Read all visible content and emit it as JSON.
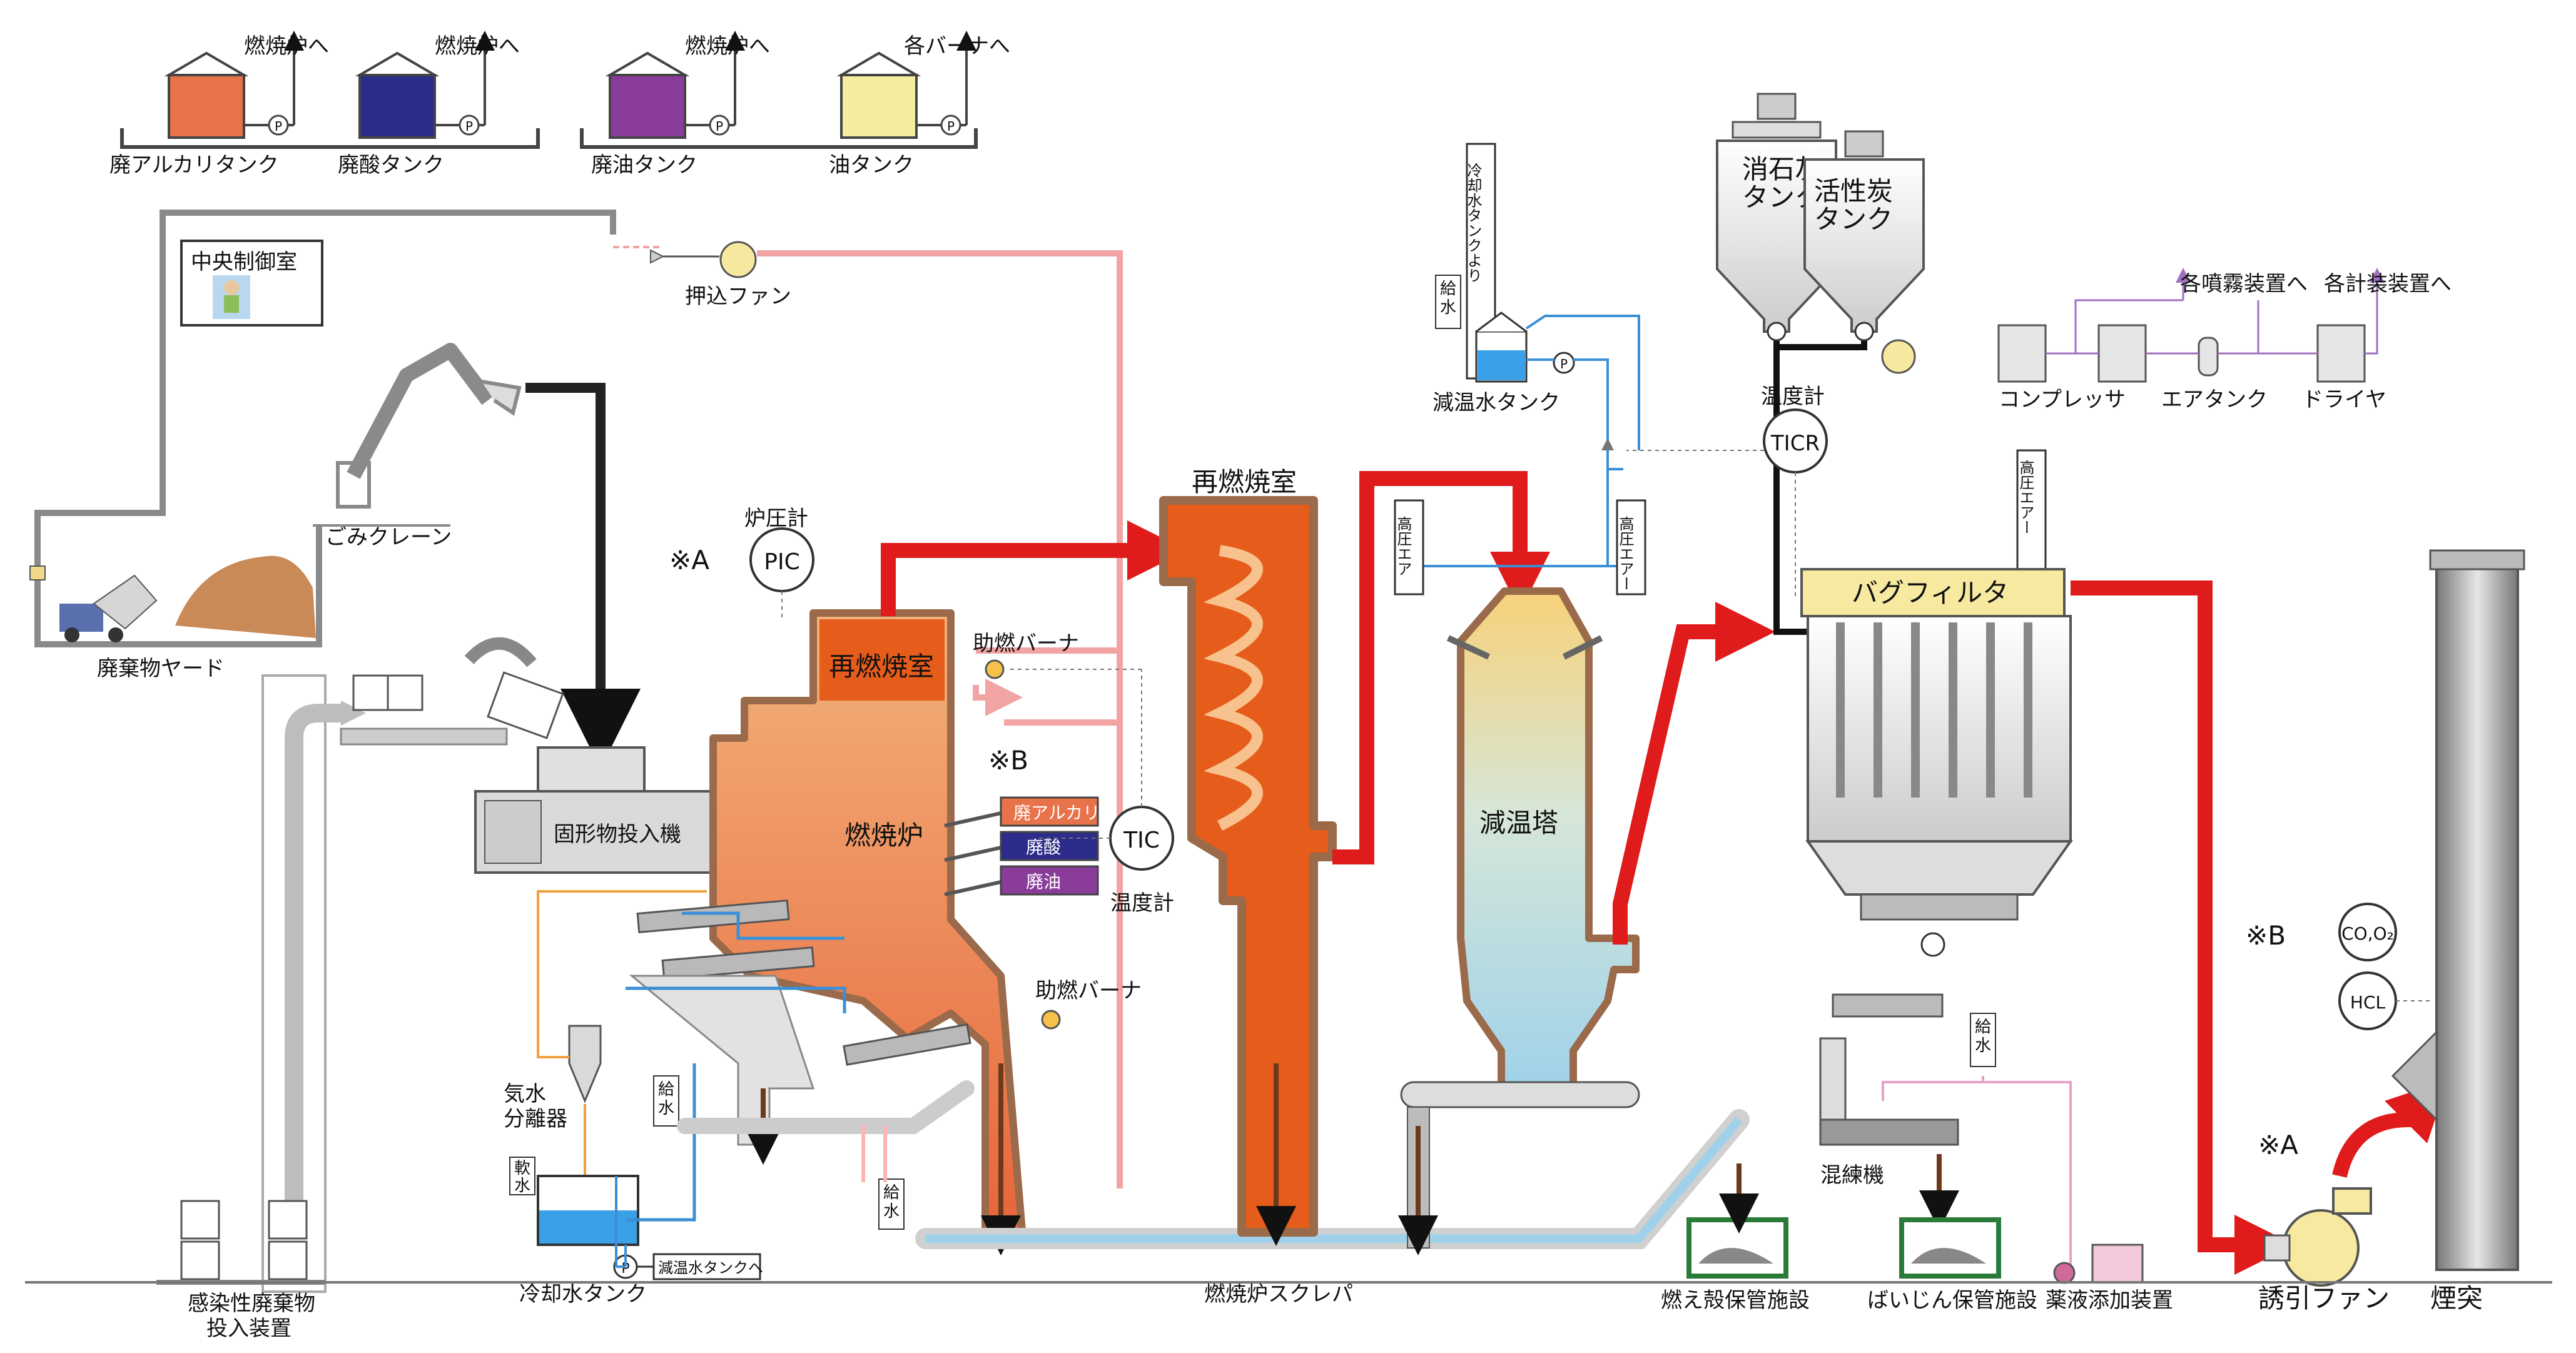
{
  "tanks": {
    "waste_alkali": {
      "label": "廃アルカリタンク",
      "dest": "燃焼炉へ"
    },
    "waste_acid": {
      "label": "廃酸タンク",
      "dest": "燃焼炉へ"
    },
    "waste_oil": {
      "label": "廃油タンク",
      "dest": "燃焼炉へ"
    },
    "oil": {
      "label": "油タンク",
      "dest": "各バーナへ"
    }
  },
  "pump_symbol": "P",
  "control_room": "中央制御室",
  "push_fan": "押込ファン",
  "crane": "ごみクレーン",
  "waste_yard": "廃棄物ヤード",
  "infectious_feeder": [
    "感染性廃棄物",
    "投入装置"
  ],
  "solid_feeder": "固形物投入機",
  "furnace": "燃焼炉",
  "reburn_chamber_small": "再燃焼室",
  "reburn_chamber": "再燃焼室",
  "aux_burner": "助燃バーナ",
  "furnace_pressure": {
    "label": "炉圧計",
    "tag": "PIC",
    "ref": "※A"
  },
  "ref_b": "※B",
  "liquid_tags": [
    "廃アルカリ",
    "廃酸",
    "廃油"
  ],
  "tic": {
    "tag": "TIC",
    "label": "温度計"
  },
  "separator": [
    "気水",
    "分離器"
  ],
  "soft_water": [
    "軟",
    "水"
  ],
  "supply_water": [
    "給",
    "水"
  ],
  "cooling_tank": "冷却水タンク",
  "to_cooling_tank": "減温水タンクへ",
  "scraper": "燃焼炉スクレパ",
  "cooling_water_tank": "減温水タンク",
  "from_cooling": "冷却水タンクより",
  "high_air": "高圧エアー",
  "high_air_left": "高圧エア",
  "cooling_tower": "減温塔",
  "lime_tank": [
    "消石灰",
    "タンク"
  ],
  "carbon_tank": [
    "活性炭",
    "タンク"
  ],
  "ticr": {
    "tag": "TICR",
    "label": "温度計"
  },
  "bag_filter": "バグフィルタ",
  "compressor": "コンプレッサ",
  "air_tank": "エアタンク",
  "dryer": "ドライヤ",
  "to_spray": "各噴霧装置へ",
  "to_instruments": "各計装装置へ",
  "kneader": "混練機",
  "ash_storage": "燃え殻保管施設",
  "flyash_storage": "ばいじん保管施設",
  "chem_dosing": "薬液添加装置",
  "id_fan": "誘引ファン",
  "chimney": "煙突",
  "co_o2": "CO,O₂",
  "hcl": "HCL",
  "colors": {
    "flue_gas": "#e01b1b",
    "air_line": "#f2a3a3",
    "water_line": "#3a8fd6",
    "furnace_top": "#f0a46a",
    "furnace_bottom": "#e8643a",
    "reburn": "#e65c1a",
    "alkali": "#e8734a",
    "acid": "#2c2c8a",
    "waste_oil": "#8a3c9a",
    "oil": "#f4eda0"
  }
}
